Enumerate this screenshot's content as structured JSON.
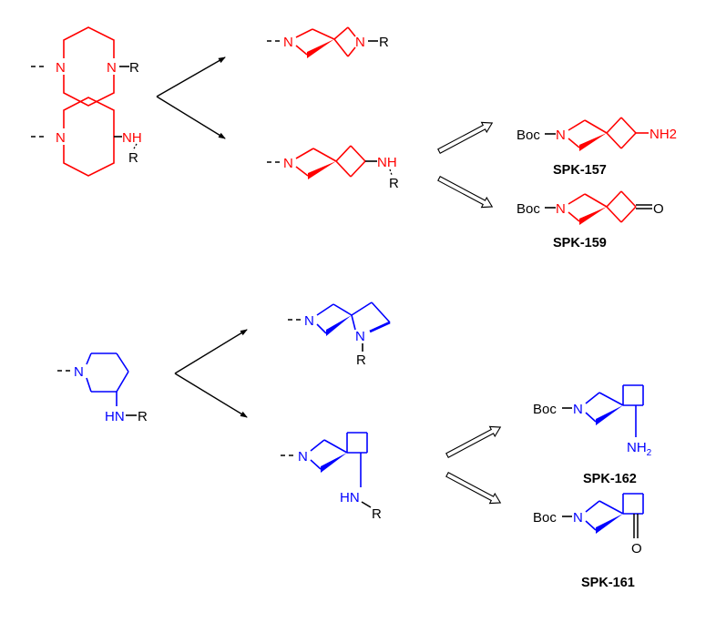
{
  "colors": {
    "red": "#ff0000",
    "blue": "#0000ff",
    "black": "#000000"
  },
  "labels": {
    "N": "N",
    "R": "R",
    "NH": "NH",
    "HN": "HN",
    "Boc": "Boc",
    "O": "O",
    "NH2_text": "NH2",
    "NH2_sub_base": "NH",
    "NH2_sub_2": "2"
  },
  "compounds": {
    "spk157": "SPK-157",
    "spk159": "SPK-159",
    "spk162": "SPK-162",
    "spk161": "SPK-161"
  }
}
